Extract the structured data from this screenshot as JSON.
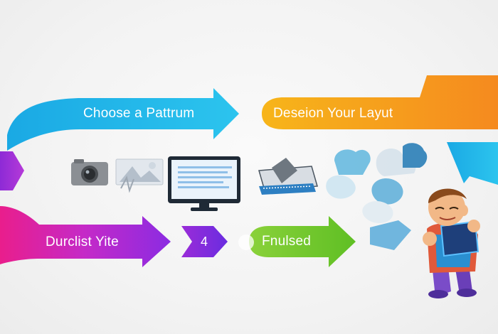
{
  "flow": {
    "step_top_left": "Choose a Pattrum",
    "step_top_right": "Deseion Your Layut",
    "step_bottom_left": "Durclist Yite",
    "step_bottom_number": "4",
    "step_bottom_right": "Fnulsed"
  },
  "colors": {
    "cyan": "#22b8e6",
    "orange": "#f7a41c",
    "magenta": "#e0209a",
    "purple": "#8a2be2",
    "green": "#6cc82a"
  },
  "icons": [
    "camera-icon",
    "image-icon",
    "monitor-icon",
    "device-sketch-icon",
    "cloud-icons",
    "character-illustration"
  ]
}
